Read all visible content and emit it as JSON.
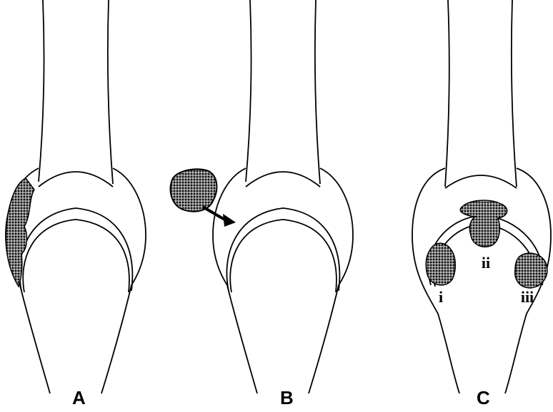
{
  "colors": {
    "line": "#000000",
    "background": "#ffffff",
    "lesion_fill": "#000000"
  },
  "panels": [
    {
      "label": "A"
    },
    {
      "label": "B"
    },
    {
      "label": "C",
      "lesions": [
        "i",
        "ii",
        "iii"
      ]
    }
  ]
}
